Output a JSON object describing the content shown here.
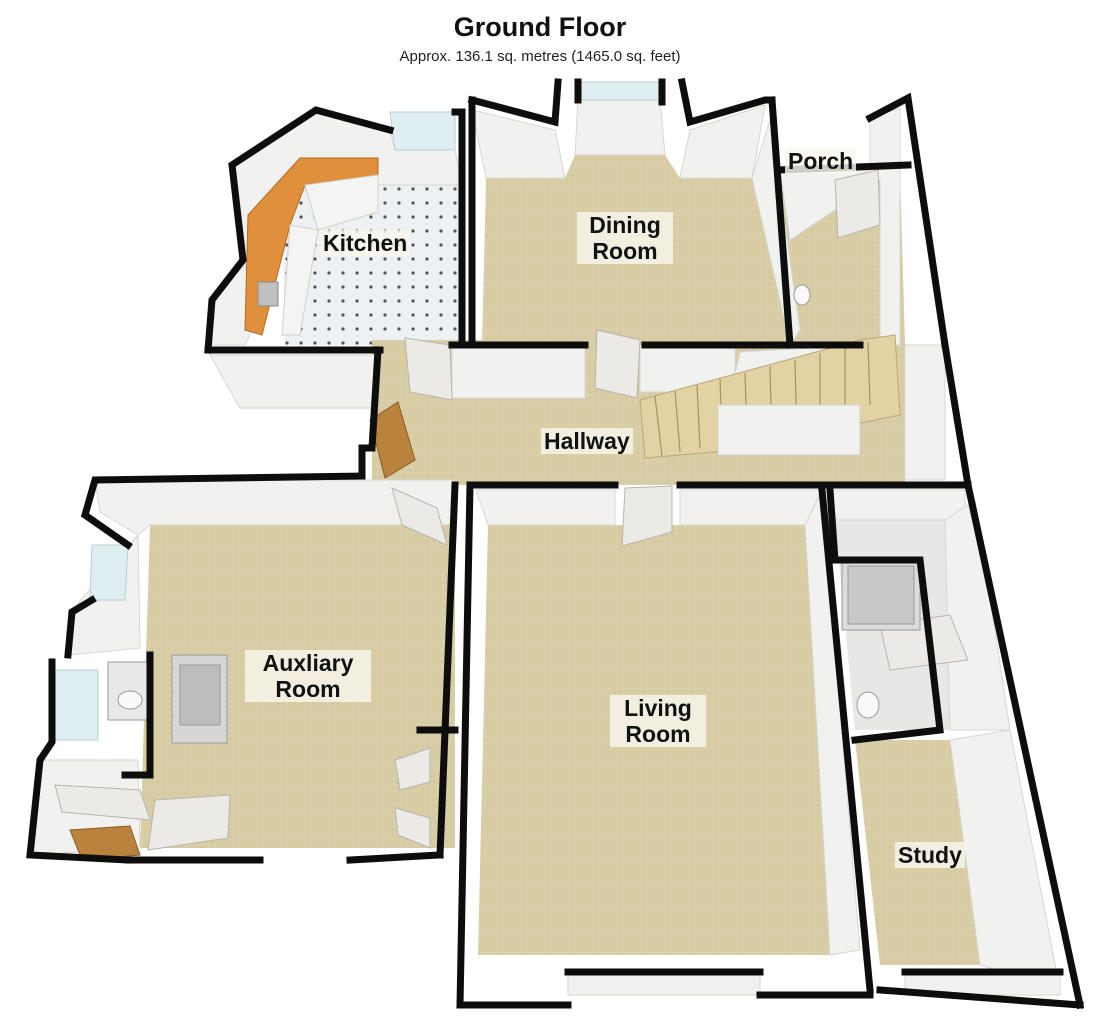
{
  "header": {
    "title": "Ground Floor",
    "subtitle": "Approx. 136.1 sq. metres (1465.0 sq. feet)"
  },
  "rooms": {
    "kitchen": "Kitchen",
    "dining_l1": "Dining",
    "dining_l2": "Room",
    "porch": "Porch",
    "hallway": "Hallway",
    "auxiliary_l1": "Auxliary",
    "auxiliary_l2": "Room",
    "living_l1": "Living",
    "living_l2": "Room",
    "study": "Study"
  },
  "colors": {
    "carpet": "#d9cda6",
    "wall_face": "#f1f1ef",
    "wall_top": "#0d0d0d",
    "kitchen_tile": "#eef1f3",
    "counter": "#e0903c",
    "stair": "#e3d2a4",
    "door": "#eceae6",
    "wood_door": "#b9823d",
    "window": "#dfeef0"
  }
}
